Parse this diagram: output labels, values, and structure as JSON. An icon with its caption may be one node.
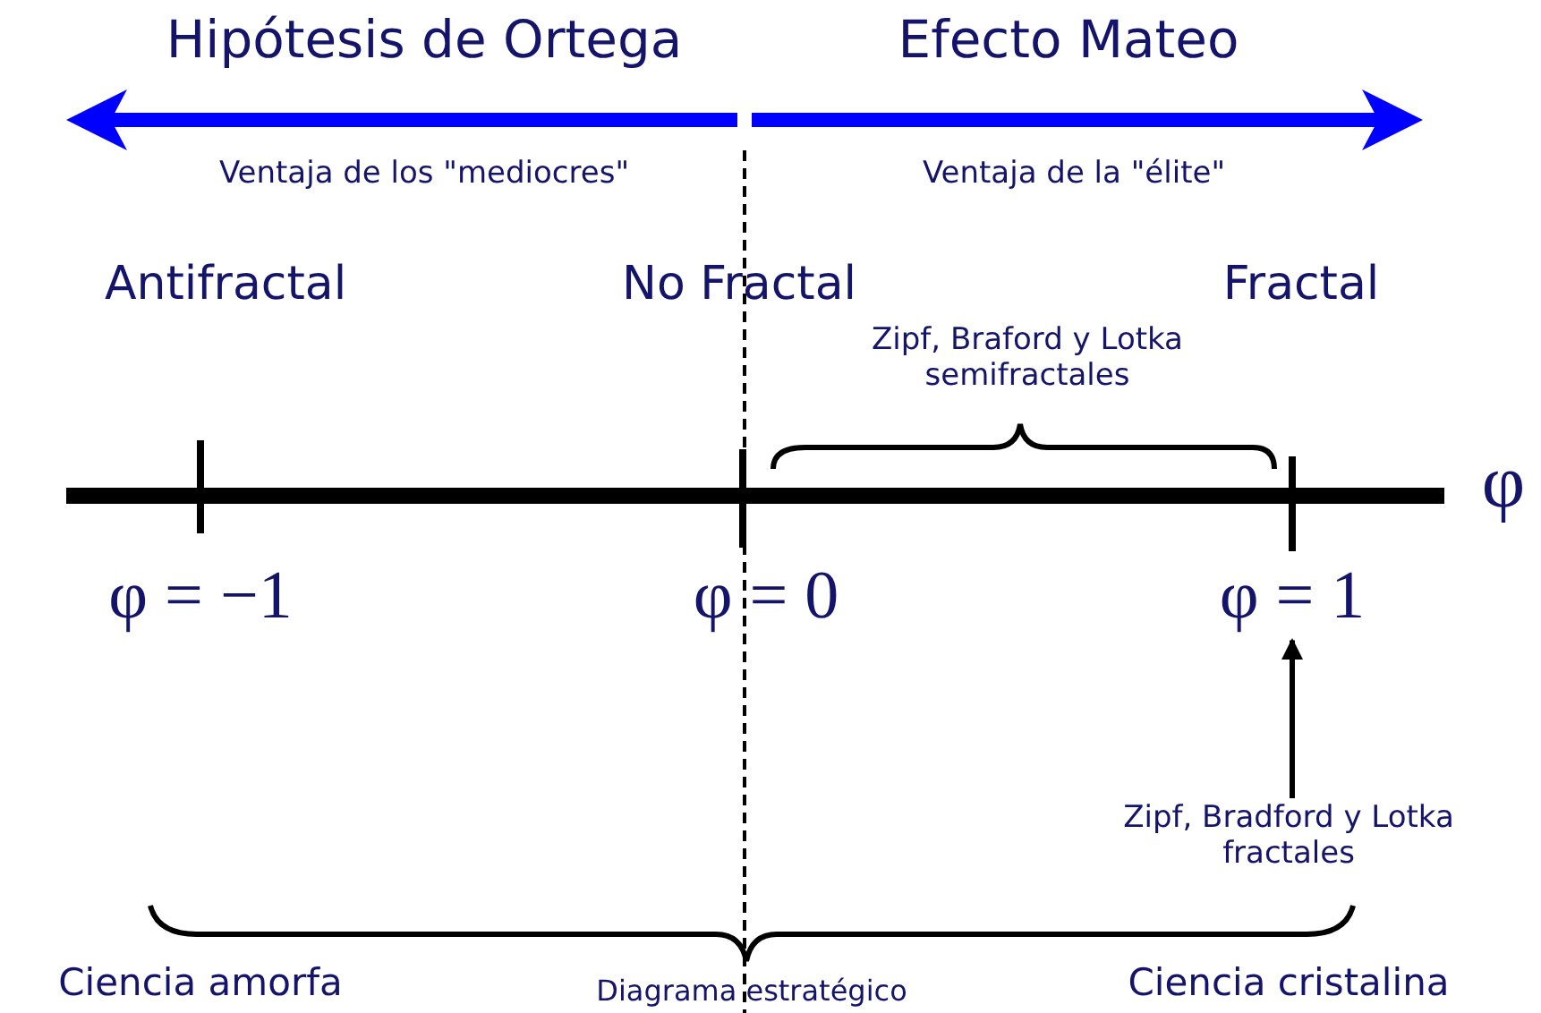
{
  "diagram": {
    "nodes": [
      {
        "text": [
          "φ = 1"
        ]
      },
      {
        "text": [
          "Zipf, Bradford y Lotka fractales"
        ]
      }
    ],
    "edges": [
      {
        "from": 1,
        "to": 0,
        "arrow": "to"
      }
    ],
    "labels": [
      "Hipótesis de Ortega",
      "Efecto Mateo",
      "Ventaja de los \"mediocres\"",
      "Ventaja de la \"élite\"",
      "Antifractal",
      "No Fractal",
      "Fractal",
      "Zipf, Braford y Lotka semifractales",
      "φ",
      "φ = −1",
      "φ = 0",
      "Ciencia amorfa",
      "Diagrama estratégico",
      "Ciencia cristalina"
    ]
  }
}
